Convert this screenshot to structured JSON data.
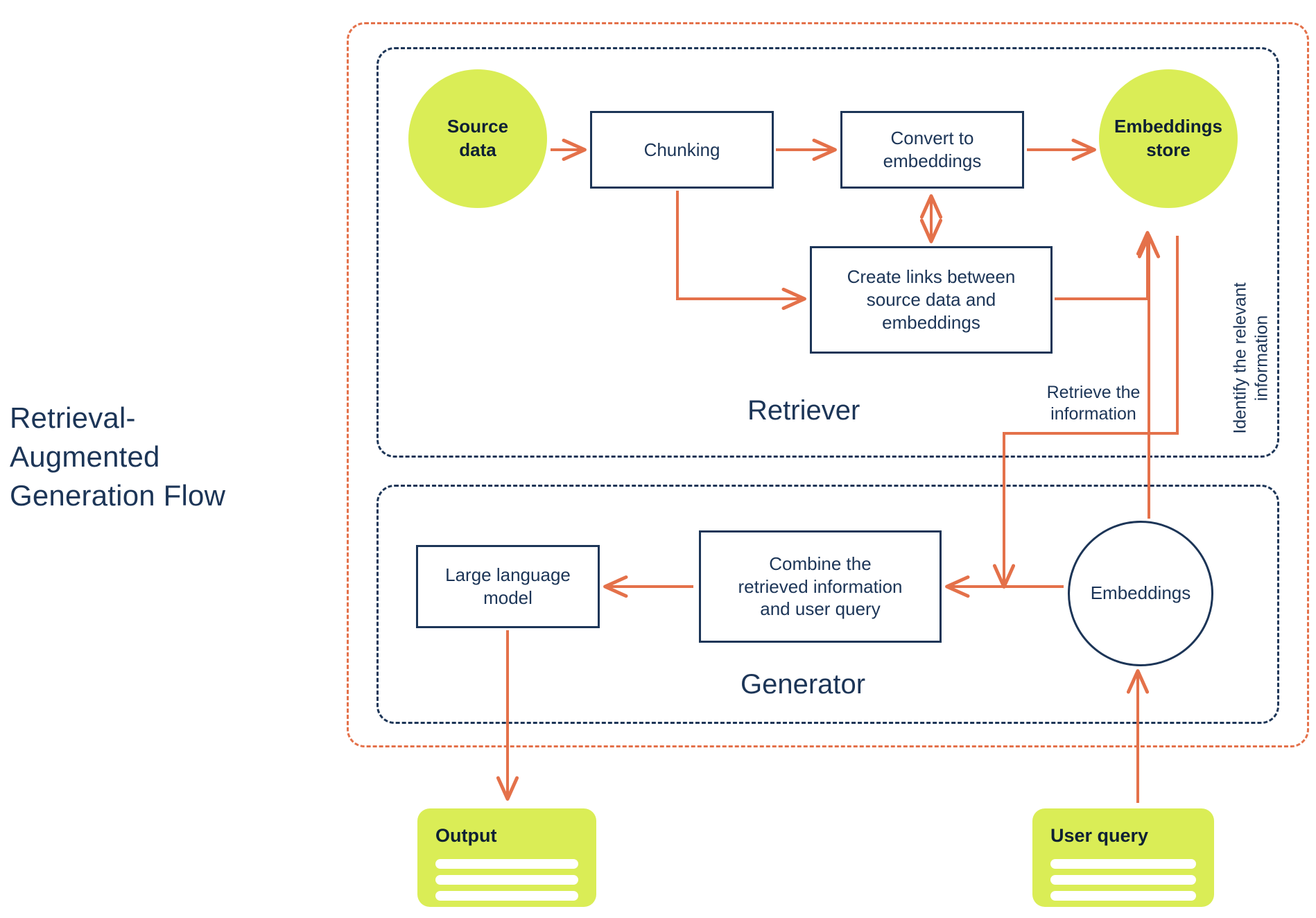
{
  "diagram": {
    "title": "Retrieval-\nAugmented\nGeneration Flow",
    "colors": {
      "navy": "#1c3557",
      "orange": "#e4714a",
      "green": "#daed56",
      "white": "#ffffff"
    }
  },
  "zones": {
    "outer": {
      "name": "rag-pipeline-boundary",
      "border_style": "dashed",
      "color": "#e4714a"
    },
    "retriever": {
      "label": "Retriever",
      "border_style": "dashed",
      "color": "#1c3557"
    },
    "generator": {
      "label": "Generator",
      "border_style": "dashed",
      "color": "#1c3557"
    }
  },
  "nodes": {
    "source_data": {
      "label": "Source\ndata",
      "shape": "circle",
      "fill": "#daed56"
    },
    "chunking": {
      "label": "Chunking",
      "shape": "rect",
      "fill": "#ffffff"
    },
    "convert_to_embeddings": {
      "label": "Convert to\nembeddings",
      "shape": "rect",
      "fill": "#ffffff"
    },
    "embeddings_store": {
      "label": "Embeddings\nstore",
      "shape": "circle",
      "fill": "#daed56"
    },
    "create_links": {
      "label": "Create links between\nsource data and\nembeddings",
      "shape": "rect",
      "fill": "#ffffff"
    },
    "large_language_model": {
      "label": "Large language\nmodel",
      "shape": "rect",
      "fill": "#ffffff"
    },
    "combine": {
      "label": "Combine the\nretrieved information\nand user query",
      "shape": "rect",
      "fill": "#ffffff"
    },
    "embeddings": {
      "label": "Embeddings",
      "shape": "circle-outline",
      "fill": "#ffffff"
    }
  },
  "cards": {
    "output": {
      "title": "Output",
      "lines": 3,
      "fill": "#daed56"
    },
    "user_query": {
      "title": "User query",
      "lines": 3,
      "fill": "#daed56"
    }
  },
  "edge_labels": {
    "retrieve_the_information": "Retrieve the\ninformation",
    "identify_the_relevant_information": "Identify the relevant\ninformation"
  },
  "edges": [
    {
      "from": "source_data",
      "to": "chunking"
    },
    {
      "from": "chunking",
      "to": "convert_to_embeddings"
    },
    {
      "from": "convert_to_embeddings",
      "to": "embeddings_store"
    },
    {
      "from": "chunking",
      "to": "create_links"
    },
    {
      "from": "create_links",
      "to": "convert_to_embeddings",
      "bidirectional": true
    },
    {
      "from": "create_links",
      "to": "embeddings_store"
    },
    {
      "from": "embeddings_store",
      "to": "combine",
      "label": "Retrieve the information"
    },
    {
      "from": "embeddings",
      "to": "embeddings_store",
      "label": "Identify the relevant information"
    },
    {
      "from": "embeddings",
      "to": "combine"
    },
    {
      "from": "combine",
      "to": "large_language_model"
    },
    {
      "from": "large_language_model",
      "to": "output"
    },
    {
      "from": "user_query",
      "to": "embeddings"
    }
  ]
}
